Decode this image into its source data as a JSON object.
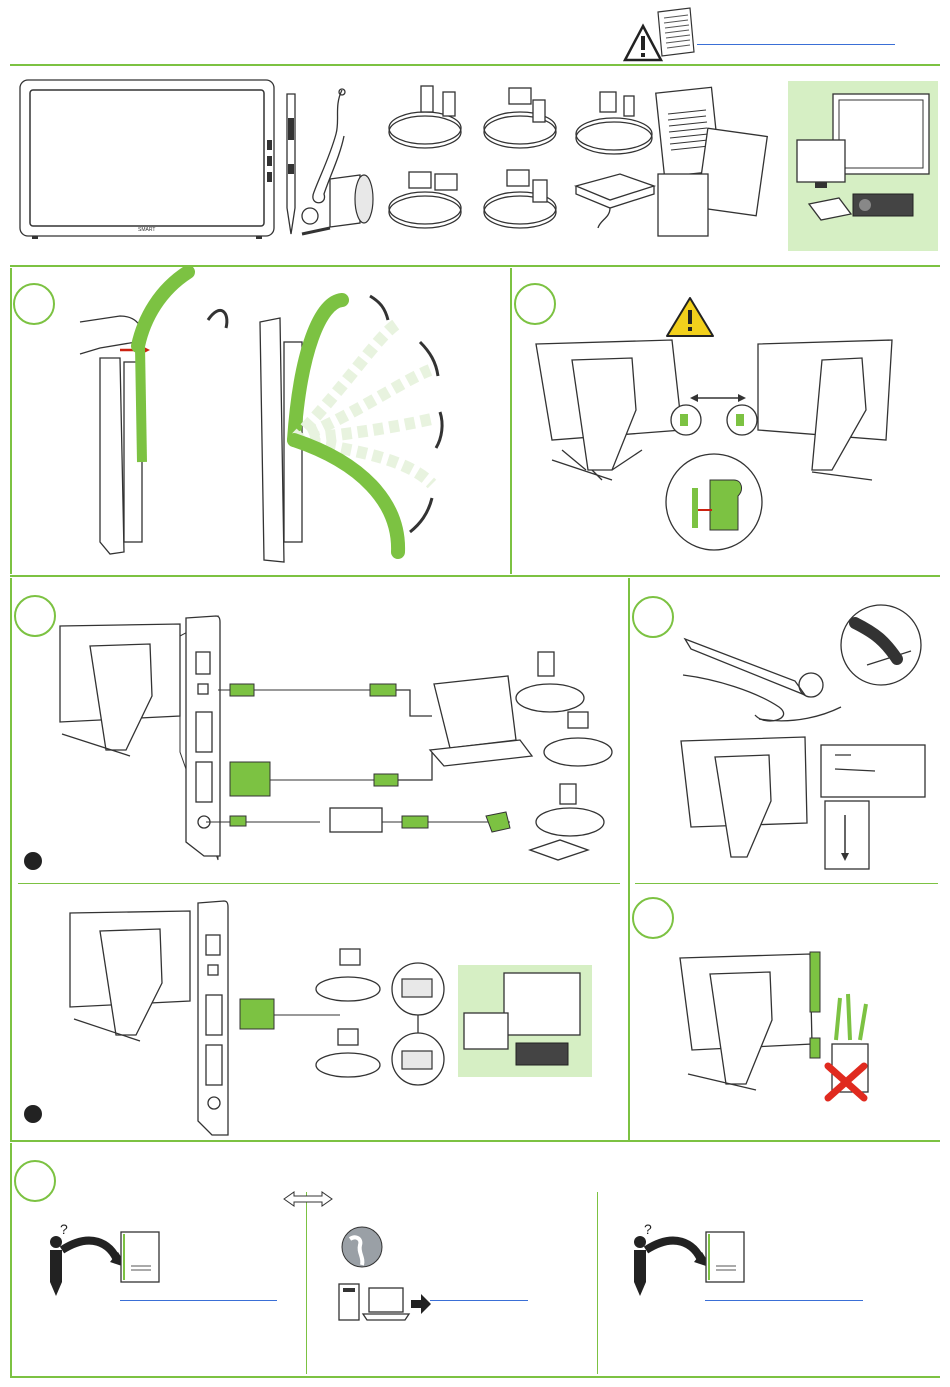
{
  "colors": {
    "accent": "#7cc242",
    "accent_light": "#d6efc4",
    "link": "#3a6fd6",
    "warning": "#f2d01c",
    "prohibit": "#e02a1f"
  },
  "header": {
    "icons": [
      "warning-icon",
      "safety-document-icon"
    ],
    "link_text": ""
  },
  "contents_box": {
    "icons": [
      "pen-display-icon",
      "pen-icon",
      "tether-icon",
      "cable-icons",
      "power-adapter-icon",
      "documents-icon"
    ]
  },
  "steps": {
    "tether": {
      "marker": "",
      "icons": [
        "hand-icon",
        "bend-arrow-icons"
      ]
    },
    "warning": {
      "marker": "",
      "icons": [
        "warning-icon",
        "double-arrow-icon",
        "zoom-callout-icon"
      ]
    },
    "connect": {
      "marker": "",
      "options": [
        "computer-connection",
        "display-connection"
      ]
    },
    "pen": {
      "marker": "",
      "icons": [
        "pen-icon",
        "tether-icon"
      ]
    },
    "store": {
      "marker": "",
      "icons": [
        "pen-holder-icon",
        "prohibited-icon"
      ]
    },
    "support": {
      "marker": "",
      "icons": [
        "question-person-icon",
        "globe-icon",
        "computer-icon",
        "manual-icon"
      ]
    }
  },
  "support_links": [
    "",
    "",
    ""
  ]
}
